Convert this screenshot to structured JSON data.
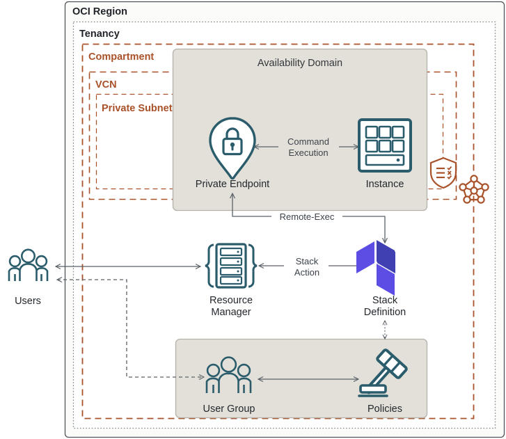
{
  "diagram": {
    "type": "architecture-diagram",
    "containers": [
      {
        "id": "oci-region",
        "label": "OCI Region",
        "border": "solid",
        "color": "#4d5358"
      },
      {
        "id": "tenancy",
        "label": "Tenancy",
        "border": "dotted",
        "color": "#7d8589"
      },
      {
        "id": "compartment",
        "label": "Compartment",
        "border": "dashed",
        "color": "#a9522a"
      },
      {
        "id": "vcn",
        "label": "VCN",
        "border": "dashed",
        "color": "#a9522a"
      },
      {
        "id": "private-subnet",
        "label": "Private Subnet",
        "border": "dashed",
        "color": "#a9522a"
      },
      {
        "id": "availability-domain",
        "label": "Availability Domain",
        "border": "solid",
        "color": "#b4b1aa",
        "fill": "#e3e0da"
      },
      {
        "id": "identity-group-box",
        "label": "",
        "border": "solid",
        "color": "#b4b1aa",
        "fill": "#e3e0da"
      }
    ],
    "nodes": [
      {
        "id": "users",
        "label": "Users",
        "icon": "users-icon",
        "color": "#2b5c6b"
      },
      {
        "id": "private-endpoint",
        "label": "Private Endpoint",
        "icon": "map-pin-lock-icon",
        "color": "#2b5c6b"
      },
      {
        "id": "instance",
        "label": "Instance",
        "icon": "server-grid-icon",
        "color": "#2b5c6b"
      },
      {
        "id": "resource-manager",
        "label": "Resource Manager",
        "icon": "server-rack-braces-icon",
        "color": "#2b5c6b"
      },
      {
        "id": "stack-definition",
        "label": "Stack Definition",
        "icon": "terraform-logo-icon",
        "color": "#5c4ee5"
      },
      {
        "id": "user-group",
        "label": "User Group",
        "icon": "user-group-icon",
        "color": "#2b5c6b"
      },
      {
        "id": "policies",
        "label": "Policies",
        "icon": "gavel-icon",
        "color": "#2b5c6b"
      },
      {
        "id": "security-list",
        "label": "",
        "icon": "shield-checklist-icon",
        "color": "#a9522a"
      },
      {
        "id": "network-mesh",
        "label": "",
        "icon": "network-mesh-icon",
        "color": "#a9522a"
      }
    ],
    "edges": [
      {
        "id": "command-execution",
        "label": "Command Execution",
        "from": "private-endpoint",
        "to": "instance",
        "style": "solid",
        "arrows": "both"
      },
      {
        "id": "remote-exec",
        "label": "Remote-Exec",
        "from": "stack-definition",
        "to": "private-endpoint",
        "style": "solid",
        "arrows": "both"
      },
      {
        "id": "stack-action",
        "label": "Stack Action",
        "from": "resource-manager",
        "to": "stack-definition",
        "style": "solid",
        "arrows": "both"
      },
      {
        "id": "users-resource-manager",
        "label": "",
        "from": "users",
        "to": "resource-manager",
        "style": "solid",
        "arrows": "both"
      },
      {
        "id": "users-user-group",
        "label": "",
        "from": "users",
        "to": "user-group",
        "style": "dashed",
        "arrows": "both"
      },
      {
        "id": "user-group-policies",
        "label": "",
        "from": "user-group",
        "to": "policies",
        "style": "solid",
        "arrows": "both"
      },
      {
        "id": "stack-definition-policies",
        "label": "",
        "from": "stack-definition",
        "to": "policies",
        "style": "dotted",
        "arrows": "both"
      }
    ],
    "labels": {
      "oci_region": "OCI Region",
      "tenancy": "Tenancy",
      "compartment": "Compartment",
      "vcn": "VCN",
      "private_subnet": "Private Subnet",
      "availability_domain": "Availability Domain",
      "users": "Users",
      "private_endpoint": "Private Endpoint",
      "instance": "Instance",
      "resource_manager_line1": "Resource",
      "resource_manager_line2": "Manager",
      "stack_definition_line1": "Stack",
      "stack_definition_line2": "Definition",
      "user_group": "User Group",
      "policies": "Policies",
      "command_execution_line1": "Command",
      "command_execution_line2": "Execution",
      "remote_exec": "Remote-Exec",
      "stack_action_line1": "Stack",
      "stack_action_line2": "Action"
    },
    "colors": {
      "teal": "#2b5c6b",
      "orange": "#a9522a",
      "terraform_light": "#5c4ee5",
      "terraform_dark": "#4040b2",
      "box_fill": "#e3e0da",
      "box_border": "#b4b1aa",
      "arrow": "#5a6268",
      "text_dark": "#23282d"
    }
  }
}
